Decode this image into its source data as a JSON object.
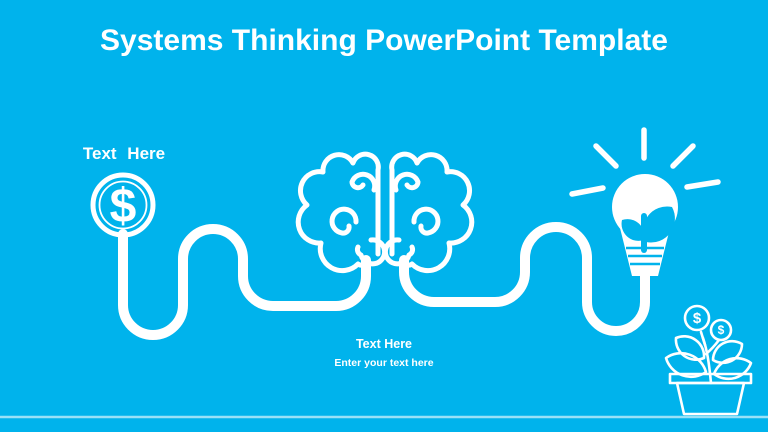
{
  "slide": {
    "title": "Systems Thinking PowerPoint Template",
    "background_color": "#00b3ec",
    "foreground_color": "#ffffff",
    "ground_line_color": "rgba(255,255,255,0.6)"
  },
  "labels": {
    "money_label": "Text Here",
    "center_label": "Text Here",
    "center_placeholder": "Enter your text here"
  },
  "symbols": {
    "dollar_sign": "$",
    "coin1_dollar": "$",
    "coin2_dollar": "$"
  },
  "icons": {
    "money": "dollar-circle-icon",
    "mind": "brain-icon",
    "idea": "lightbulb-icon",
    "growth": "money-plant-icon",
    "connector": "connector-wire"
  }
}
